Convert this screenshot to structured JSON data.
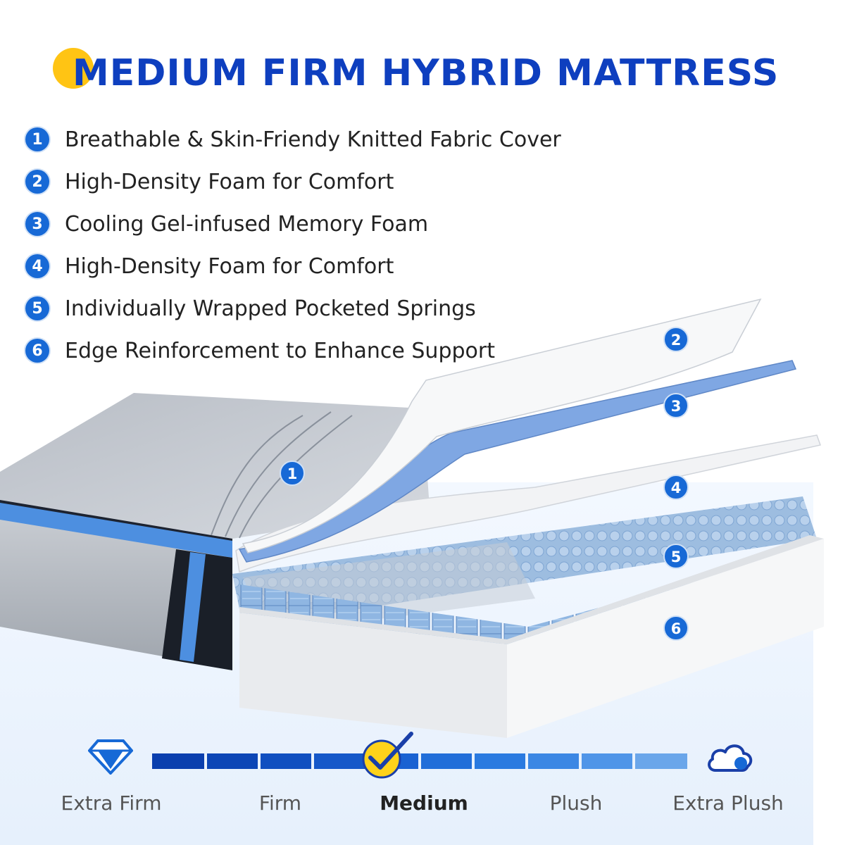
{
  "title": "MEDIUM FIRM HYBRID MATTRESS",
  "features": [
    {
      "num": "1",
      "text": "Breathable & Skin-Friendy Knitted Fabric Cover"
    },
    {
      "num": "2",
      "text": "High-Density Foam for Comfort"
    },
    {
      "num": "3",
      "text": "Cooling Gel-infused Memory Foam"
    },
    {
      "num": "4",
      "text": "High-Density Foam for Comfort"
    },
    {
      "num": "5",
      "text": "Individually Wrapped Pocketed Springs"
    },
    {
      "num": "6",
      "text": "Edge Reinforcement to Enhance Support"
    }
  ],
  "layer_markers": [
    "1",
    "2",
    "3",
    "4",
    "5",
    "6"
  ],
  "firmness": {
    "labels": [
      "Extra Firm",
      "Firm",
      "Medium",
      "Plush",
      "Extra Plush"
    ],
    "selected": "Medium",
    "left_icon": "diamond-icon",
    "right_icon": "cloud-icon",
    "selected_icon": "checkmark-icon"
  },
  "colors": {
    "title": "#0e3fbf",
    "badge": "#1769d6",
    "sun": "#ffc414",
    "memory_foam": "#7fa7e3",
    "springs": "#7aa8da",
    "scale_dark": "#0a3fae",
    "scale_light": "#6aa6ea"
  }
}
